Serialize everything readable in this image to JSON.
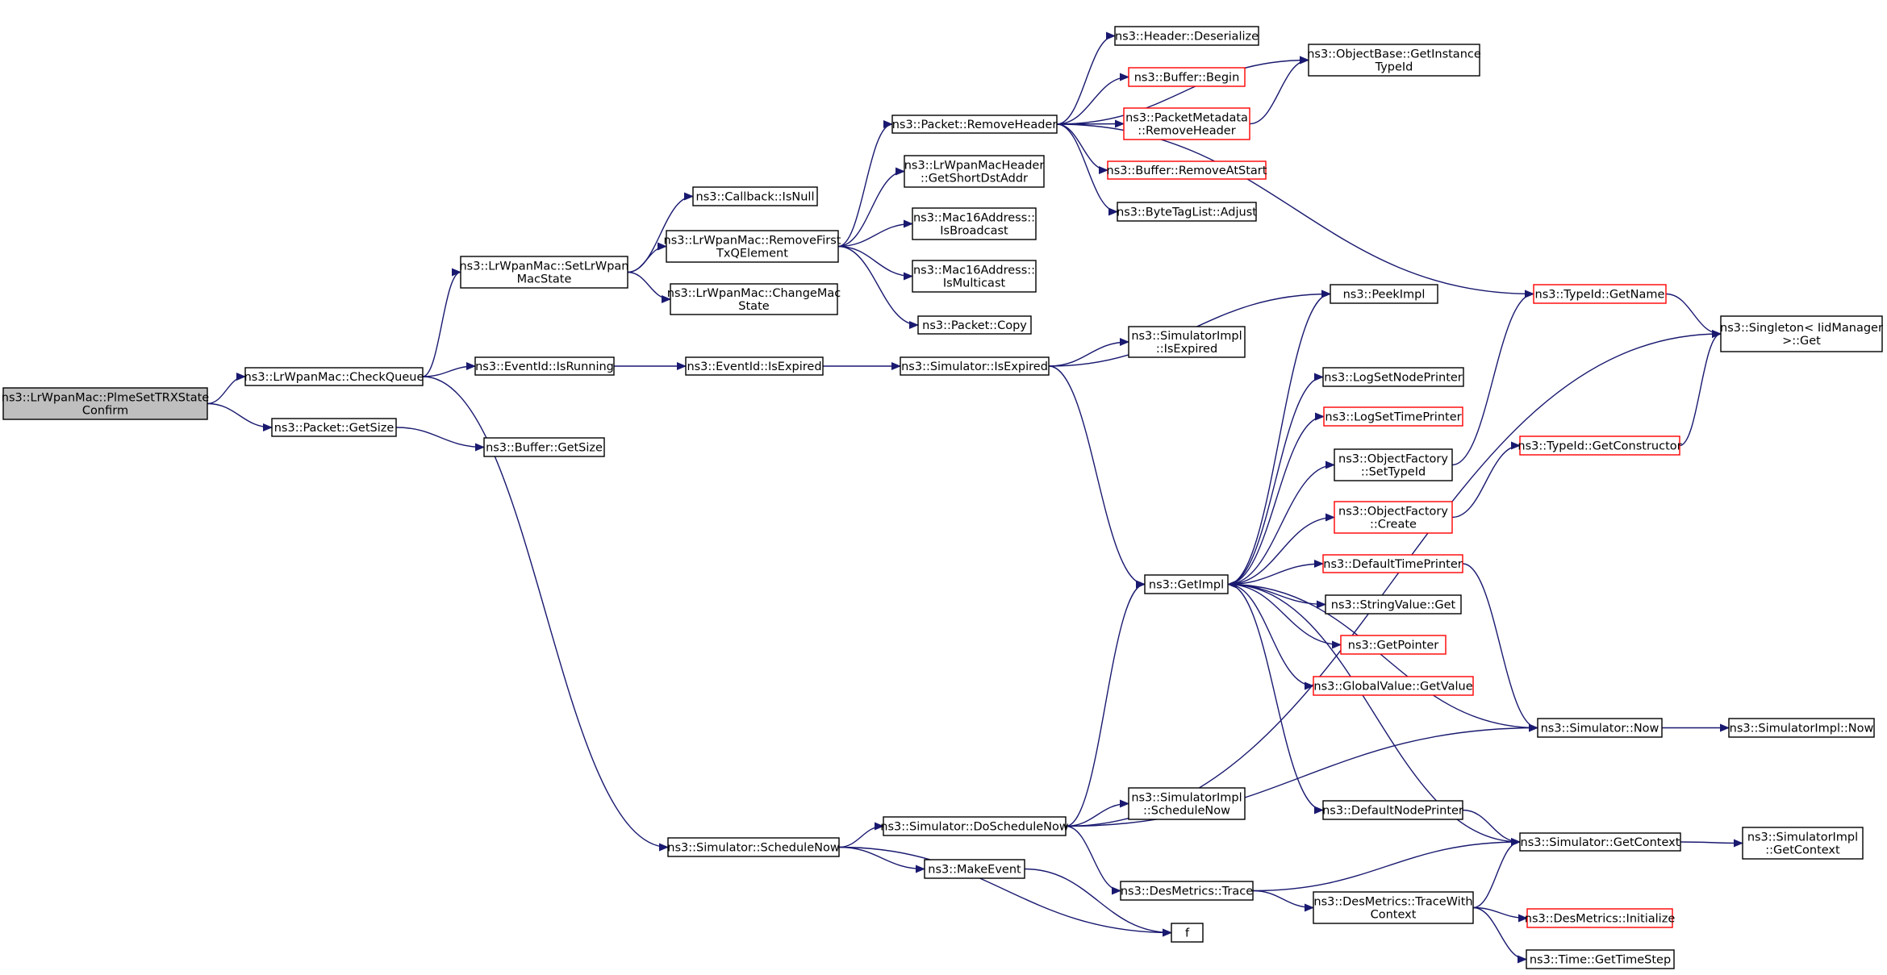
{
  "diagram": {
    "nodes": [
      {
        "id": "root",
        "lines": [
          "ns3::LrWpanMac::PlmeSetTRXState",
          "Confirm"
        ],
        "highlight": true
      },
      {
        "id": "checkqueue",
        "lines": [
          "ns3::LrWpanMac::CheckQueue"
        ]
      },
      {
        "id": "pkt_getsize",
        "lines": [
          "ns3::Packet::GetSize"
        ]
      },
      {
        "id": "buf_getsize",
        "lines": [
          "ns3::Buffer::GetSize"
        ]
      },
      {
        "id": "setstate",
        "lines": [
          "ns3::LrWpanMac::SetLrWpan",
          "MacState"
        ]
      },
      {
        "id": "evt_isrunning",
        "lines": [
          "ns3::EventId::IsRunning"
        ]
      },
      {
        "id": "sched_now",
        "lines": [
          "ns3::Simulator::ScheduleNow"
        ]
      },
      {
        "id": "cb_isnull",
        "lines": [
          "ns3::Callback::IsNull"
        ]
      },
      {
        "id": "removefirst",
        "lines": [
          "ns3::LrWpanMac::RemoveFirst",
          "TxQElement"
        ]
      },
      {
        "id": "changemac",
        "lines": [
          "ns3::LrWpanMac::ChangeMac",
          "State"
        ]
      },
      {
        "id": "evt_isexpired",
        "lines": [
          "ns3::EventId::IsExpired"
        ]
      },
      {
        "id": "pkt_removeheader",
        "lines": [
          "ns3::Packet::RemoveHeader"
        ]
      },
      {
        "id": "getshortdst",
        "lines": [
          "ns3::LrWpanMacHeader",
          "::GetShortDstAddr"
        ]
      },
      {
        "id": "isbroadcast",
        "lines": [
          "ns3::Mac16Address::",
          "IsBroadcast"
        ]
      },
      {
        "id": "ismulticast",
        "lines": [
          "ns3::Mac16Address::",
          "IsMulticast"
        ]
      },
      {
        "id": "pkt_copy",
        "lines": [
          "ns3::Packet::Copy"
        ]
      },
      {
        "id": "sim_isexpired",
        "lines": [
          "ns3::Simulator::IsExpired"
        ]
      },
      {
        "id": "doschednow",
        "lines": [
          "ns3::Simulator::DoScheduleNow"
        ]
      },
      {
        "id": "makeevent",
        "lines": [
          "ns3::MakeEvent"
        ]
      },
      {
        "id": "hdr_deserialize",
        "lines": [
          "ns3::Header::Deserialize"
        ]
      },
      {
        "id": "buf_begin",
        "lines": [
          "ns3::Buffer::Begin"
        ],
        "red": true
      },
      {
        "id": "pm_removeheader",
        "lines": [
          "ns3::PacketMetadata",
          "::RemoveHeader"
        ],
        "red": true
      },
      {
        "id": "buf_removeatstart",
        "lines": [
          "ns3::Buffer::RemoveAtStart"
        ],
        "red": true
      },
      {
        "id": "btl_adjust",
        "lines": [
          "ns3::ByteTagList::Adjust"
        ]
      },
      {
        "id": "peekimpl",
        "lines": [
          "ns3::PeekImpl"
        ]
      },
      {
        "id": "simimpl_isexpired",
        "lines": [
          "ns3::SimulatorImpl",
          "::IsExpired"
        ]
      },
      {
        "id": "getimpl",
        "lines": [
          "ns3::GetImpl"
        ]
      },
      {
        "id": "logsetnode",
        "lines": [
          "ns3::LogSetNodePrinter"
        ]
      },
      {
        "id": "logsettime",
        "lines": [
          "ns3::LogSetTimePrinter"
        ],
        "red": true
      },
      {
        "id": "of_settypeid",
        "lines": [
          "ns3::ObjectFactory",
          "::SetTypeId"
        ]
      },
      {
        "id": "of_create",
        "lines": [
          "ns3::ObjectFactory",
          "::Create"
        ],
        "red": true
      },
      {
        "id": "deftimeprinter",
        "lines": [
          "ns3::DefaultTimePrinter"
        ],
        "red": true
      },
      {
        "id": "sv_get",
        "lines": [
          "ns3::StringValue::Get"
        ]
      },
      {
        "id": "getpointer",
        "lines": [
          "ns3::GetPointer"
        ],
        "red": true
      },
      {
        "id": "gv_getvalue",
        "lines": [
          "ns3::GlobalValue::GetValue"
        ],
        "red": true
      },
      {
        "id": "defnodeprinter",
        "lines": [
          "ns3::DefaultNodePrinter"
        ]
      },
      {
        "id": "simimpl_schednow",
        "lines": [
          "ns3::SimulatorImpl",
          "::ScheduleNow"
        ]
      },
      {
        "id": "dm_trace",
        "lines": [
          "ns3::DesMetrics::Trace"
        ]
      },
      {
        "id": "f",
        "lines": [
          "f"
        ]
      },
      {
        "id": "dm_tracewith",
        "lines": [
          "ns3::DesMetrics::TraceWith",
          "Context"
        ]
      },
      {
        "id": "ob_getinstance",
        "lines": [
          "ns3::ObjectBase::GetInstance",
          "TypeId"
        ]
      },
      {
        "id": "tid_getname",
        "lines": [
          "ns3::TypeId::GetName"
        ],
        "red": true
      },
      {
        "id": "tid_getctor",
        "lines": [
          "ns3::TypeId::GetConstructor"
        ],
        "red": true
      },
      {
        "id": "sim_now",
        "lines": [
          "ns3::Simulator::Now"
        ]
      },
      {
        "id": "sim_getcontext",
        "lines": [
          "ns3::Simulator::GetContext"
        ]
      },
      {
        "id": "dm_initialize",
        "lines": [
          "ns3::DesMetrics::Initialize"
        ],
        "red": true
      },
      {
        "id": "time_gettimestep",
        "lines": [
          "ns3::Time::GetTimeStep"
        ]
      },
      {
        "id": "singleton_get",
        "lines": [
          "ns3::Singleton< IidManager",
          " >::Get"
        ]
      },
      {
        "id": "simimpl_now",
        "lines": [
          "ns3::SimulatorImpl::Now"
        ]
      },
      {
        "id": "simimpl_getcontext",
        "lines": [
          "ns3::SimulatorImpl",
          "::GetContext"
        ]
      }
    ],
    "edges": [
      [
        "root",
        "checkqueue"
      ],
      [
        "root",
        "pkt_getsize"
      ],
      [
        "pkt_getsize",
        "buf_getsize"
      ],
      [
        "checkqueue",
        "setstate"
      ],
      [
        "checkqueue",
        "evt_isrunning"
      ],
      [
        "checkqueue",
        "sched_now"
      ],
      [
        "setstate",
        "cb_isnull"
      ],
      [
        "setstate",
        "removefirst"
      ],
      [
        "setstate",
        "changemac"
      ],
      [
        "removefirst",
        "pkt_removeheader"
      ],
      [
        "removefirst",
        "getshortdst"
      ],
      [
        "removefirst",
        "isbroadcast"
      ],
      [
        "removefirst",
        "ismulticast"
      ],
      [
        "removefirst",
        "pkt_copy"
      ],
      [
        "evt_isrunning",
        "evt_isexpired"
      ],
      [
        "evt_isexpired",
        "sim_isexpired"
      ],
      [
        "sim_isexpired",
        "peekimpl"
      ],
      [
        "sim_isexpired",
        "simimpl_isexpired"
      ],
      [
        "sim_isexpired",
        "getimpl"
      ],
      [
        "pkt_removeheader",
        "ob_getinstance"
      ],
      [
        "pkt_removeheader",
        "hdr_deserialize"
      ],
      [
        "pkt_removeheader",
        "buf_begin"
      ],
      [
        "pkt_removeheader",
        "pm_removeheader"
      ],
      [
        "pkt_removeheader",
        "buf_removeatstart"
      ],
      [
        "pkt_removeheader",
        "btl_adjust"
      ],
      [
        "pkt_removeheader",
        "tid_getname"
      ],
      [
        "pm_removeheader",
        "ob_getinstance"
      ],
      [
        "tid_getname",
        "singleton_get"
      ],
      [
        "sched_now",
        "doschednow"
      ],
      [
        "sched_now",
        "makeevent"
      ],
      [
        "sched_now",
        "f"
      ],
      [
        "makeevent",
        "f"
      ],
      [
        "doschednow",
        "singleton_get"
      ],
      [
        "doschednow",
        "getimpl"
      ],
      [
        "doschednow",
        "simimpl_schednow"
      ],
      [
        "doschednow",
        "sim_now"
      ],
      [
        "doschednow",
        "dm_trace"
      ],
      [
        "getimpl",
        "peekimpl"
      ],
      [
        "getimpl",
        "logsetnode"
      ],
      [
        "getimpl",
        "logsettime"
      ],
      [
        "getimpl",
        "of_settypeid"
      ],
      [
        "getimpl",
        "of_create"
      ],
      [
        "getimpl",
        "deftimeprinter"
      ],
      [
        "getimpl",
        "sv_get"
      ],
      [
        "getimpl",
        "getpointer"
      ],
      [
        "getimpl",
        "gv_getvalue"
      ],
      [
        "getimpl",
        "defnodeprinter"
      ],
      [
        "of_settypeid",
        "tid_getname"
      ],
      [
        "of_create",
        "tid_getctor"
      ],
      [
        "tid_getctor",
        "singleton_get"
      ],
      [
        "deftimeprinter",
        "sim_now"
      ],
      [
        "sim_now",
        "getimpl"
      ],
      [
        "sim_now",
        "simimpl_now"
      ],
      [
        "defnodeprinter",
        "sim_getcontext"
      ],
      [
        "sim_getcontext",
        "getimpl"
      ],
      [
        "sim_getcontext",
        "simimpl_getcontext"
      ],
      [
        "dm_trace",
        "sim_getcontext"
      ],
      [
        "dm_trace",
        "dm_tracewith"
      ],
      [
        "dm_tracewith",
        "sim_getcontext"
      ],
      [
        "dm_tracewith",
        "dm_initialize"
      ],
      [
        "dm_tracewith",
        "time_gettimestep"
      ]
    ]
  }
}
